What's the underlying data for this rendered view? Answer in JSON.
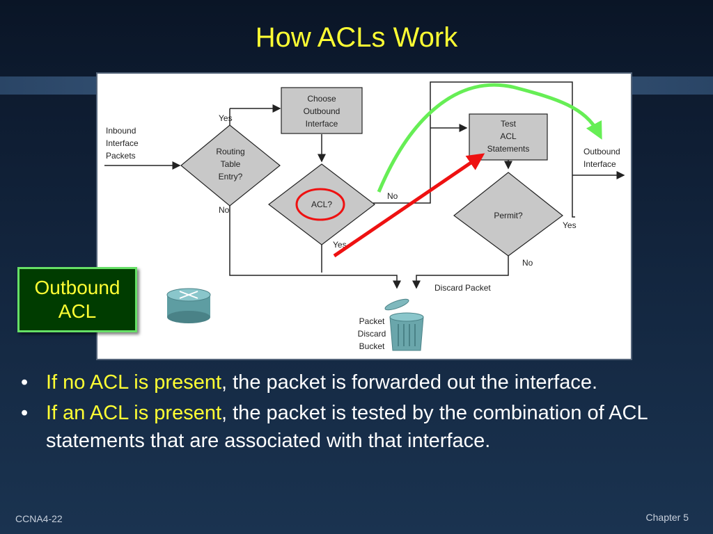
{
  "slide": {
    "title": "How ACLs Work",
    "footer_left": "CCNA4-22",
    "footer_right": "Chapter 5"
  },
  "callout": {
    "line1": "Outbound",
    "line2": "ACL"
  },
  "bullets": [
    {
      "highlight": "If no ACL is present",
      "rest": ", the packet is forwarded out the interface."
    },
    {
      "highlight": "If an ACL is present",
      "rest": ", the packet is tested by the combination of ACL statements that are associated with that interface."
    }
  ],
  "diagram": {
    "inbound_label": [
      "Inbound",
      "Interface",
      "Packets"
    ],
    "routing_decision": [
      "Routing",
      "Table",
      "Entry?"
    ],
    "choose_box": [
      "Choose",
      "Outbound",
      "Interface"
    ],
    "acl_decision": "ACL?",
    "test_box": [
      "Test",
      "ACL",
      "Statements"
    ],
    "permit_decision": "Permit?",
    "outbound_label": [
      "Outbound",
      "Interface"
    ],
    "yes": "Yes",
    "no": "No",
    "discard_packet": "Discard Packet",
    "bucket_label": [
      "Packet",
      "Discard",
      "Bucket"
    ],
    "colors": {
      "box_fill": "#c8c8c8",
      "green_arrow": "#66ee55",
      "red_arrow": "#ee1111",
      "highlight_text": "#ffff33",
      "callout_border": "#66e066"
    }
  }
}
